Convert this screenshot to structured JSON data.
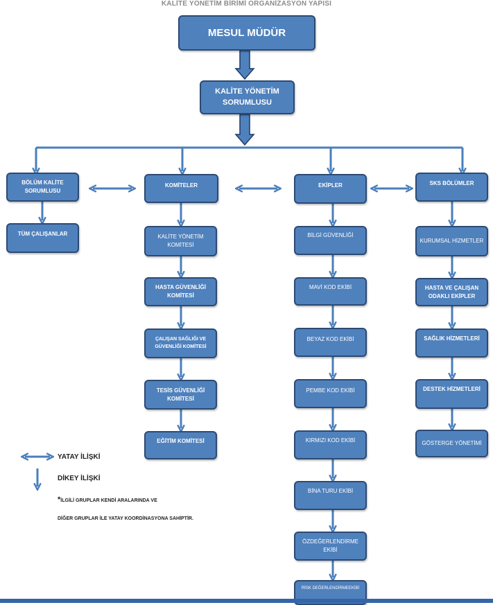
{
  "title": "KALİTE YÖNETİM BİRİMİ ORGANİZASYON YAPISI",
  "boxes": {
    "mesul_mudur": "MESUL MÜDÜR",
    "kalite_yonetim_sorumlusu": "KALİTE YÖNETİM SORUMLUSU",
    "bolum_kalite_sorumlusu": "BÖLÜM KALİTE SORUMLUSU",
    "tum_calisanlar": "TÜM ÇALIŞANLAR",
    "komiteler": "KOMİTELER",
    "ekipler": "EKİPLER",
    "sks_bolumler": "SKS BÖLÜMLER"
  },
  "komiteler": [
    "KALİTE YÖNETİM KOMİTESİ",
    "HASTA GÜVENLİĞİ KOMİTESİ",
    "ÇALIŞAN SAĞLIĞI VE GÜVENLİĞİ KOMİTESİ",
    "TESİS GÜVENLİĞİ KOMİTESİ",
    "EĞİTİM KOMİTESİ"
  ],
  "ekipler": [
    "BİLGİ GÜVENLİĞİ",
    "MAVİ KOD EKİBİ",
    "BEYAZ KOD EKİBİ",
    "PEMBE KOD EKİBİ",
    "KIRMIZI KOD EKİBİ",
    "BİNA TURU EKİBİ",
    "ÖZDEĞERLENDİRME EKİBİ",
    "RİSK DEĞERLENDİRMEEKİBİ"
  ],
  "sks_bolumler": [
    "KURUMSAL HİZMETLER",
    "HASTA VE ÇALIŞAN ODAKLI EKİPLER",
    "SAĞLIK HİZMETLERİ",
    "DESTEK HİZMETLERİ",
    "GÖSTERGE YÖNETİMİ"
  ],
  "legend": {
    "horizontal": "YATAY İLİŞKİ",
    "vertical": "DİKEY İLİŞKİ",
    "note_star": "*",
    "note_line1": "İLGİLİ GRUPLAR KENDİ ARALARINDA VE",
    "note_line2": "DİĞER GRUPLAR İLE YATAY KOORDİNASYONA SAHİPTİR."
  },
  "colors": {
    "box_fill": "#4f81bd",
    "box_border": "#2c4a73",
    "connector": "#4a7ebb",
    "thick_arrow": "#1f3b64"
  }
}
